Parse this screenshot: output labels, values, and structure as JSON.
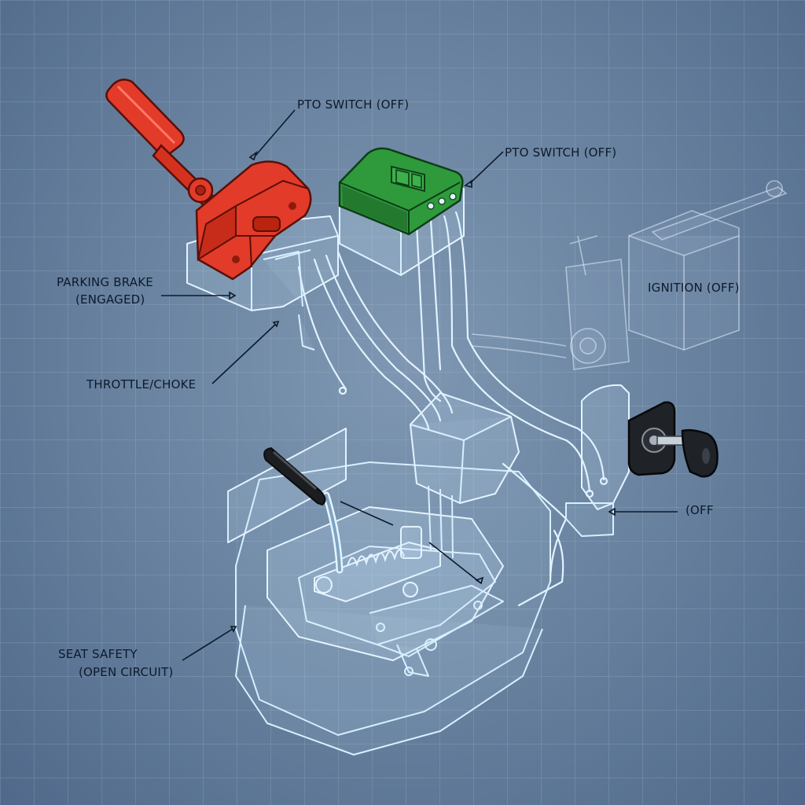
{
  "labels": {
    "pto_switch_top": "PTO SWITCH (OFF)",
    "pto_switch_right": "PTO SWITCH (OFF)",
    "parking_brake_line1": "PARKING BRAKE",
    "parking_brake_line2": "(ENGAGED)",
    "ignition": "IGNITION (OFF)",
    "throttle_choke": "THROTTLE/CHOKE",
    "off": "(OFF",
    "seat_safety_line1": "SEAT SAFETY",
    "seat_safety_line2": "(OPEN CIRCUIT)"
  },
  "components": {
    "parking_brake": {
      "state": "engaged",
      "color": "#e23b2a"
    },
    "pto_switch": {
      "state": "off",
      "color": "#2e9a3c"
    },
    "ignition": {
      "state": "off"
    },
    "key_switch": {
      "color": "#1f2328"
    },
    "throttle_lever_grip": {
      "color": "#1c1d20"
    },
    "seat_safety": {
      "state": "open circuit"
    }
  },
  "colors": {
    "background": "#6a84a1",
    "grid": "#9fb6cc",
    "outline": "#d9efff",
    "leader": "#0d1a2a"
  }
}
